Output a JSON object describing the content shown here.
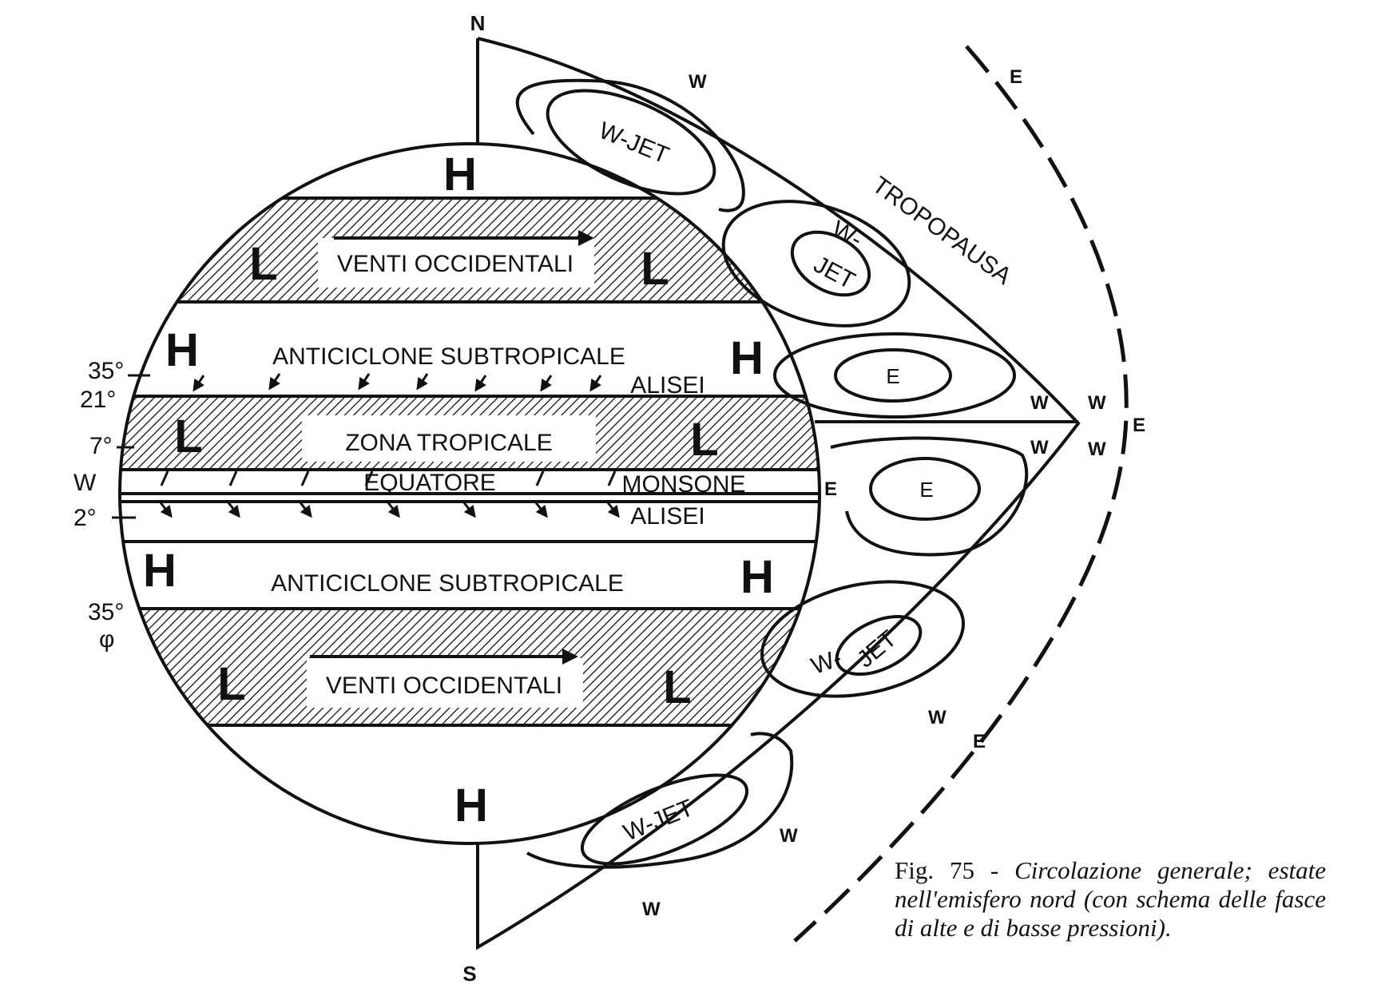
{
  "poles": {
    "north": "N",
    "south": "S"
  },
  "pressure": {
    "high": "H",
    "low": "L"
  },
  "bands": {
    "westerlies_north": "VENTI OCCIDENTALI",
    "subtropical_high_north": "ANTICICLONE SUBTROPICALE",
    "trade_winds_north": "ALISEI",
    "tropical_zone": "ZONA TROPICALE",
    "equator": "EQUATORE",
    "monsoon": "MONSONE",
    "trade_winds_south": "ALISEI",
    "subtropical_high_south": "ANTICICLONE SUBTROPICALE",
    "westerlies_south": "VENTI OCCIDENTALI"
  },
  "latitudes": {
    "lat_35_north": "35°",
    "lat_21": "21°",
    "lat_7": "7°",
    "lat_w": "W",
    "lat_2": "2°",
    "lat_35_south": "35°",
    "phi": "φ"
  },
  "cells": {
    "wjet": "W-JET",
    "w_part": "W-",
    "jet_part": "JET",
    "east": "E"
  },
  "winds": {
    "west": "W",
    "east": "E"
  },
  "tropopause": "TROPOPAUSA",
  "caption": {
    "label": "Fig. 75 - ",
    "text": "Circolazione generale; estate nell'emisfero nord (con schema delle fasce di alte e di basse pressioni)."
  }
}
